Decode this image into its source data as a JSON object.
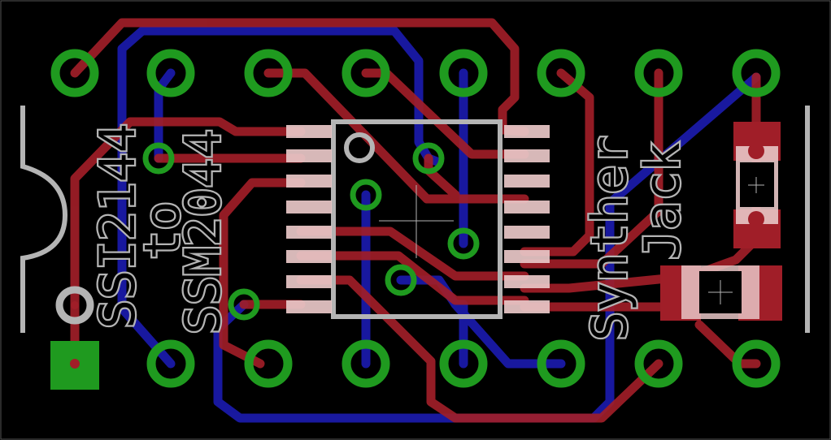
{
  "board": {
    "labels": {
      "chip_old": "SSI2144",
      "to": "to",
      "chip_new": "SSM2044",
      "brand_line1": "Synther",
      "brand_line2": "Jack"
    }
  },
  "colors": {
    "background": "#000000",
    "top_copper": "#a01e28",
    "bottom_copper": "#1a1aa8",
    "pad_ring": "#1f9a1f",
    "smd_pad": "#e8c6c6",
    "silkscreen": "#b4b4b4"
  }
}
